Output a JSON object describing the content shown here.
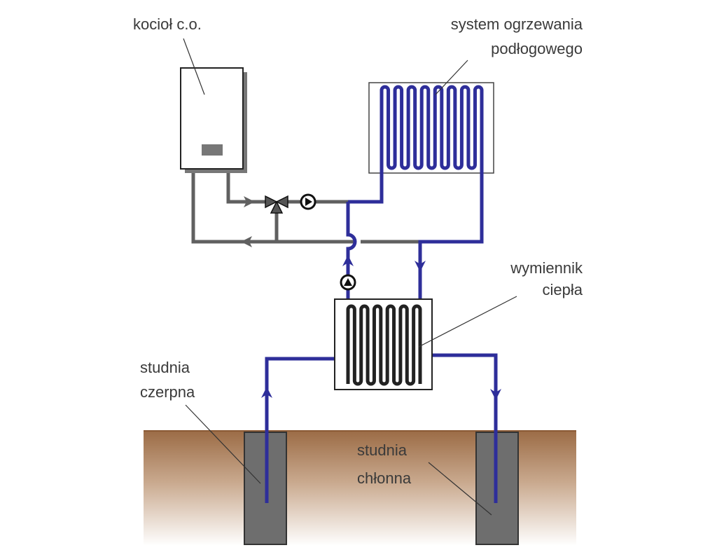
{
  "labels": {
    "boiler": "kocioł c.o.",
    "floor_heating": [
      "system ogrzewania",
      "podłogowego"
    ],
    "heat_exchanger": [
      "wymiennik",
      "ciepła"
    ],
    "supply_well": [
      "studnia",
      "czerpna"
    ],
    "return_well": [
      "studnia",
      "chłonna"
    ]
  },
  "colors": {
    "water_loop": "#2e2e9a",
    "boiler_loop": "#606060",
    "ground": "#9b6b45",
    "well": "#6e6e6e"
  }
}
